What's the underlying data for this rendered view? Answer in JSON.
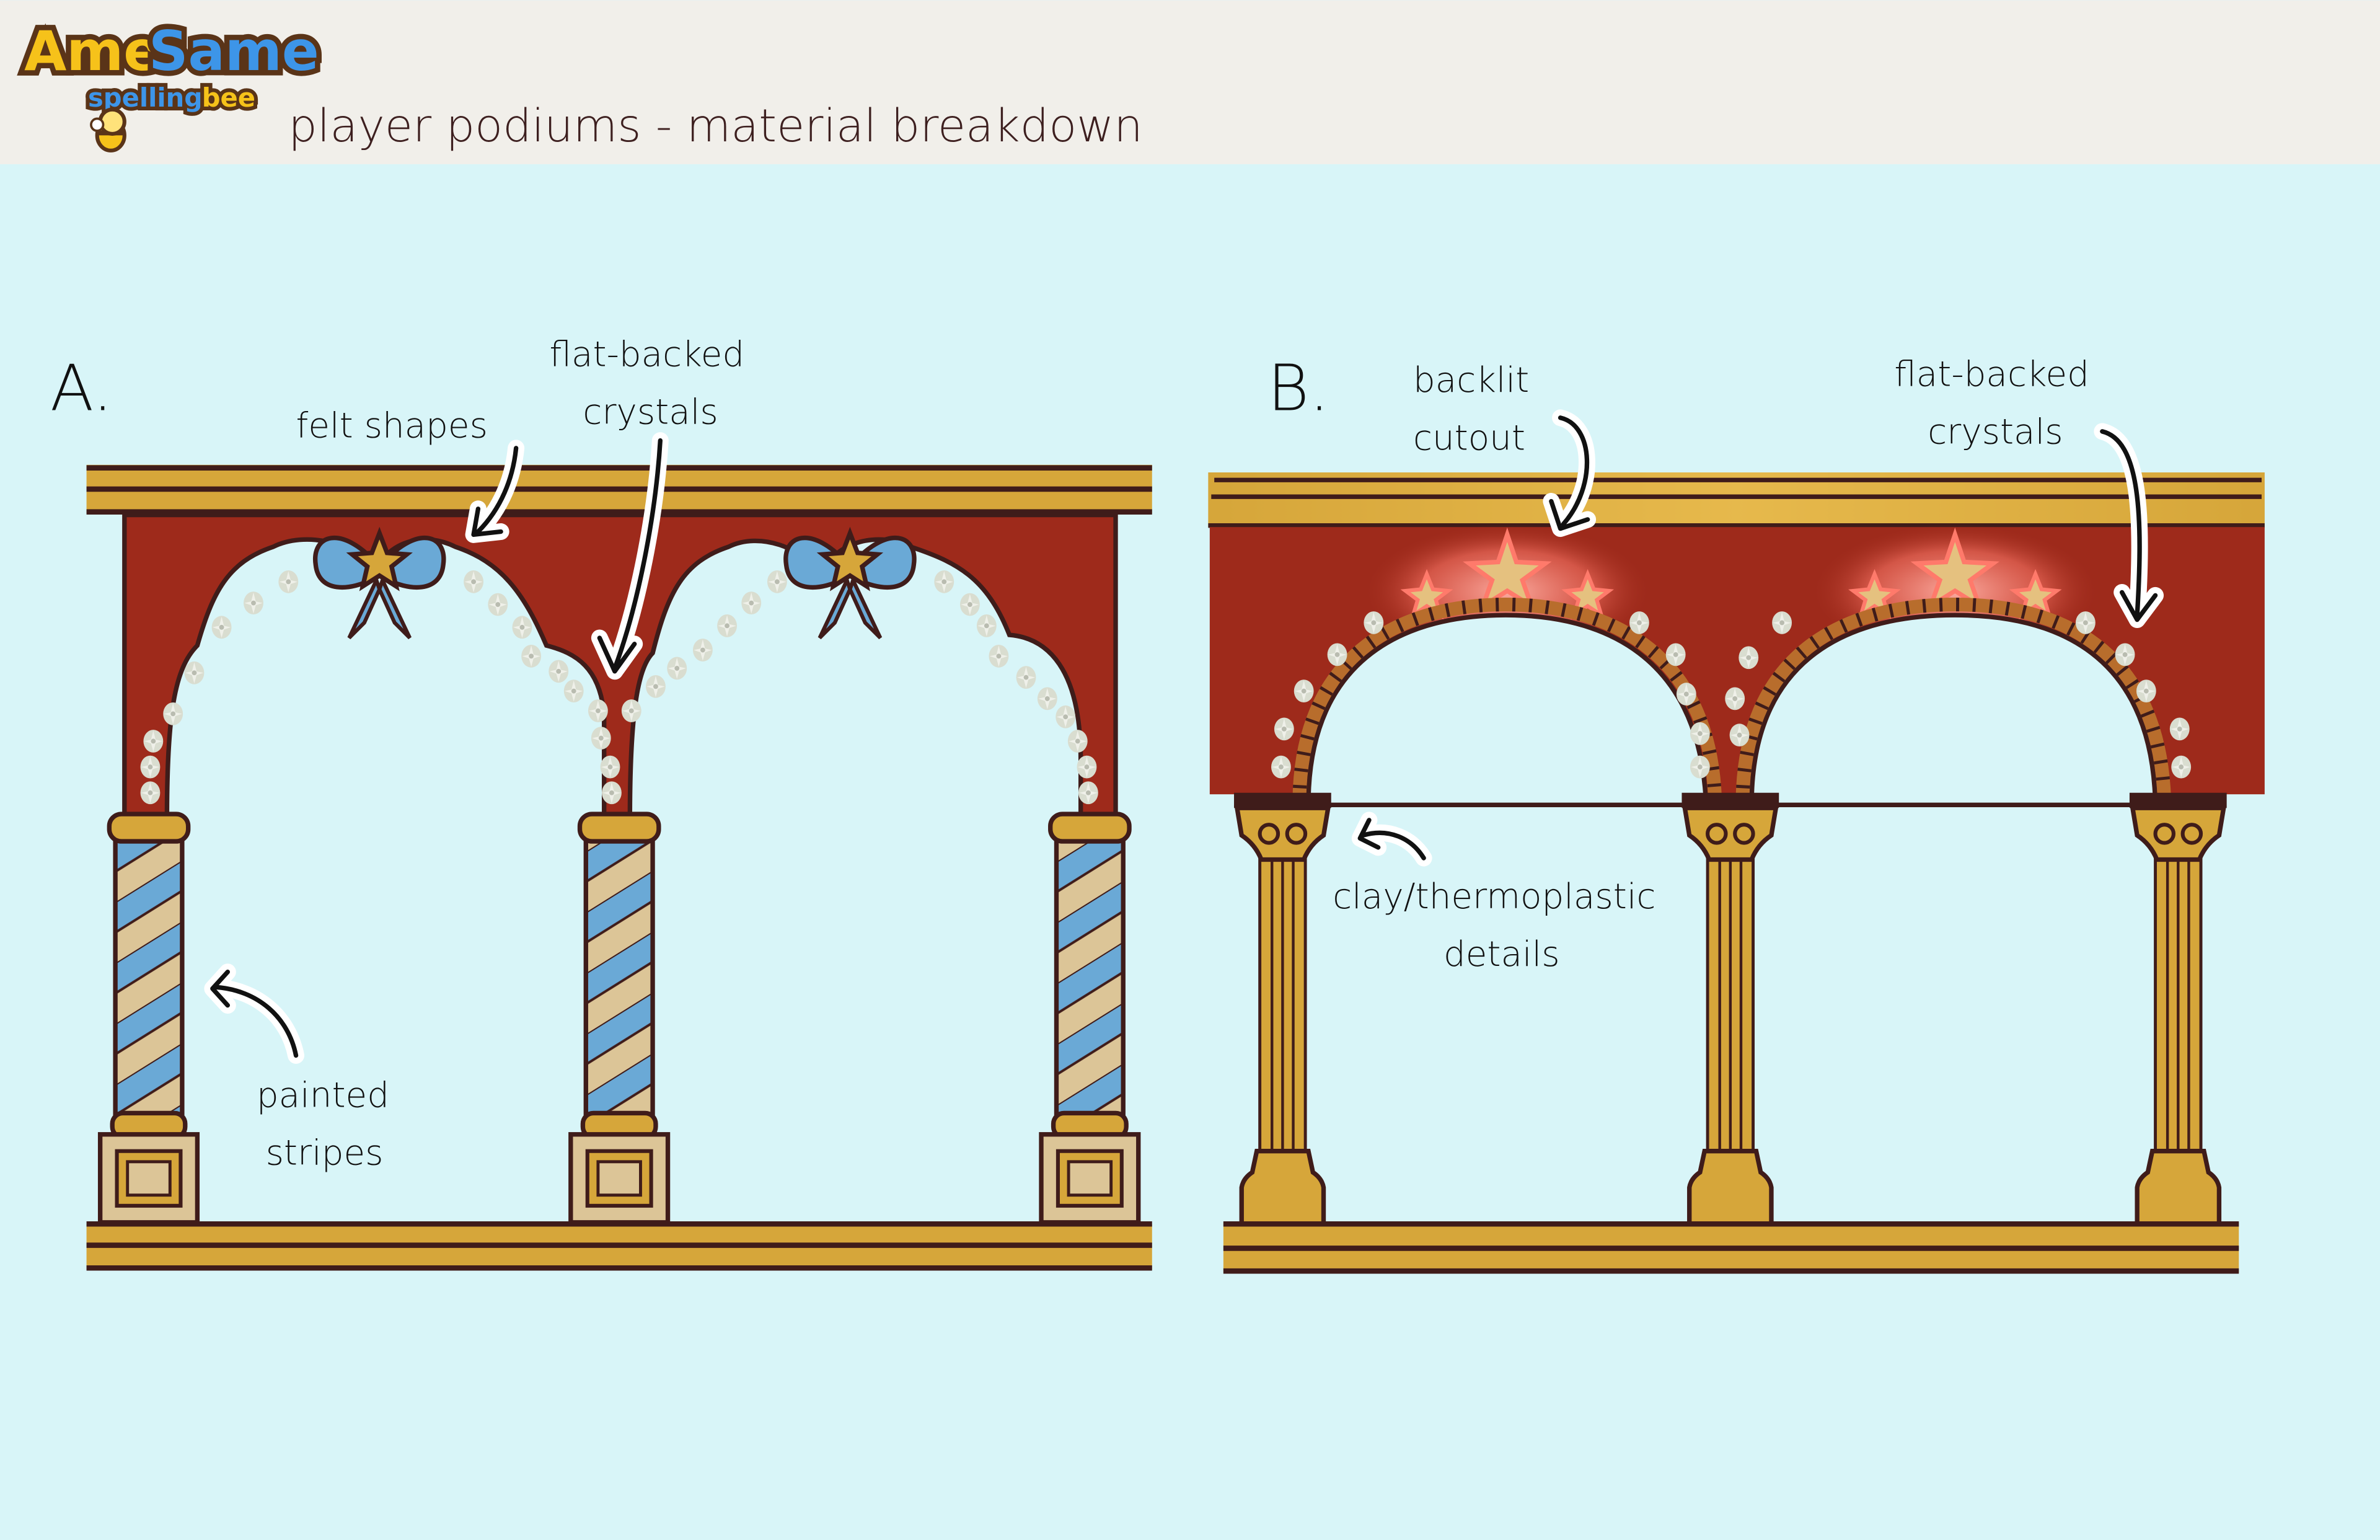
{
  "header": {
    "logo": {
      "brand_left": "Ame",
      "brand_right": "Same",
      "subtitle_left": "spelling",
      "subtitle_right": "bee"
    },
    "title": "player podiums - material breakdown"
  },
  "colors": {
    "header_bg": "#f1efea",
    "canvas_bg": "#d8f5f8",
    "gold": "#d6a63a",
    "red_panel": "#9e2a1b",
    "outline": "#3f1c1a",
    "blue_ribbon": "#6aa9d6",
    "tan": "#dcc597",
    "crystal": "#d9ddd0",
    "glow": "#ff8a80",
    "star_light": "#e5c17f",
    "title_text": "#3d1f1f"
  },
  "figures": [
    {
      "id": "A",
      "label": "A.",
      "annotations": [
        {
          "text_lines": [
            "felt shapes"
          ],
          "target": "bow-with-star"
        },
        {
          "text_lines": [
            "flat-backed",
            "crystals"
          ],
          "target": "crystal-studs"
        },
        {
          "text_lines": [
            "painted",
            "stripes"
          ],
          "target": "striped-column"
        }
      ]
    },
    {
      "id": "B",
      "label": "B.",
      "annotations": [
        {
          "text_lines": [
            "backlit",
            "cutout"
          ],
          "target": "star-cutouts"
        },
        {
          "text_lines": [
            "flat-backed",
            "crystals"
          ],
          "target": "crystal-studs"
        },
        {
          "text_lines": [
            "clay/thermoplastic",
            "details"
          ],
          "target": "column-capital"
        }
      ]
    }
  ]
}
